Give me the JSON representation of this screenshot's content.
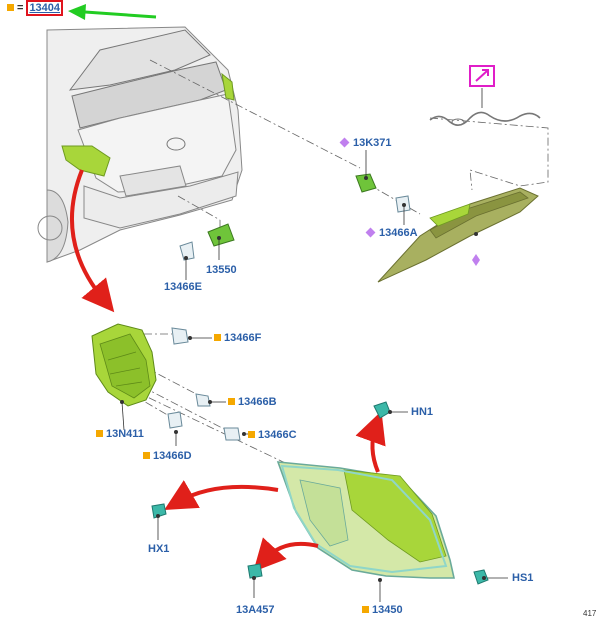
{
  "legend": {
    "equals": "=",
    "code": "13404"
  },
  "labels": {
    "p13K371": "13K371",
    "p13466A": "13466A",
    "p13550": "13550",
    "p13466E": "13466E",
    "p13466F": "13466F",
    "p13466B": "13466B",
    "p13466C": "13466C",
    "p13N411": "13N411",
    "p13466D": "13466D",
    "pHN1": "HN1",
    "pHX1": "HX1",
    "pHS1": "HS1",
    "p13A457": "13A457",
    "p13450": "13450"
  },
  "page_number": "417",
  "colors": {
    "label_text": "#2b5fa8",
    "orange_marker": "#f5a800",
    "purple_marker": "#c080ee",
    "highlight_box": "#e0141e",
    "green_arrow": "#22cc22",
    "red_arrow": "#e0201a",
    "part_green": "#a8d63a",
    "lens_teal": "#8fd6c8"
  }
}
